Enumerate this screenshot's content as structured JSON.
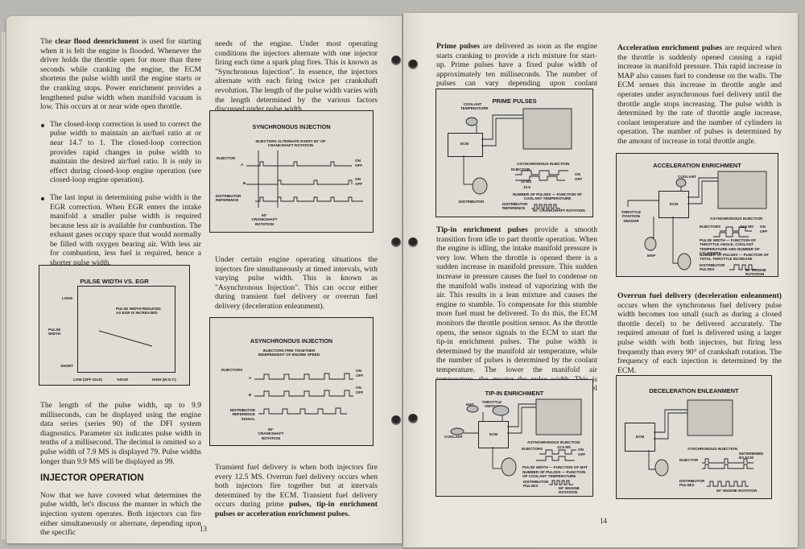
{
  "left_page": {
    "page_number": "13",
    "col1": {
      "para1": {
        "bold": "clear flood deenrichment",
        "pre": "The ",
        "post": " is used for starting when it is felt the engine is flooded. Whenever the driver holds the throttle open for more than three seconds while cranking the engine, the ECM shortens the pulse width until the engine starts or the cranking stops. Power enrichment provides a lengthened pulse width when manifold vacuum is low. This occurs at or near wide open throttle."
      },
      "bullet1": "The closed-loop correction is used to correct the pulse width to maintain an air/fuel ratio at or near 14.7 to 1. The closed-loop correction provides rapid changes in pulse width to maintain the desired air/fuel ratio. It is only in effect during closed-loop engine operation (see closed-loop engine operation).",
      "bullet2": "The last input in determining pulse width is the EGR correction. When EGR enters the intake manifold a smaller pulse width is required because less air is available for combustion. The exhaust gases occupy space that would normally be filled with oxygen bearing air. With less air for combustion, less fuel is required, hence a shorter pulse width.",
      "para2": "The length of the pulse width, up to 9.9 milliseconds, can be displayed using the engine data series (series 90) of the DFI system diagnostics. Parameter six indicates pulse width in tenths of a millisecond. The decimal is omitted so a pulse width of 7.9 MS is displayed 79. Pulse widths longer than 9.9 MS will be displayed as 99.",
      "heading": "INJECTOR OPERATION",
      "para3": "Now that we have covered what determines the pulse width, let's discuss the manner in which the injection system operates. Both injectors can fire either simultaneously or alternate, depending upon the specific"
    },
    "col2": {
      "para1": "needs of the engine. Under most operating conditions the injectors alternate with one injector firing each time a spark plug fires. This is known as \"Synchronous Injection\". In essence, the injectors alternate with each firing twice per crankshaft revolution. The length of the pulse width varies with the length determined by the various factors discussed under pulse width.",
      "para2": "Under certain engine operating situations the injectors fire simultaneously at timed intervals, with varying pulse width. This is known as \"Asynchronous Injection\". This can occur either during transient fuel delivery or overrun fuel delivery (deceleration enleanment).",
      "para3": "Transient fuel delivery is when both injectors fire every 12.5 MS. Overrun fuel delivery occurs when both injectors fire together but at intervals determined by the ECM. Transient fuel delivery occurs during prime ",
      "para3_bold": "pulses, tip-in enrichment pulses or acceleration enrichment pulses."
    },
    "figures": {
      "egr": {
        "title": "PULSE WIDTH VS. EGR",
        "annotation": "PULSE WIDTH REDUCED AS EGR IS INCREASED",
        "y_label": "PULSE WIDTH",
        "y_long": "LONG",
        "y_short": "SHORT",
        "x_low": "LOW (OFF IDLE)",
        "x_mid": "%EGR",
        "x_high": "HIGH (W.O.T.)"
      },
      "sync": {
        "title": "SYNCHRONOUS INJECTION",
        "subtitle": "INJECTORS ALTERNATE EVERY 90° OF CRANKSHAFT ROTATION",
        "injector": "INJECTOR",
        "a": "A",
        "b": "B",
        "on": "ON",
        "off": "OFF",
        "dist": "DISTRIBUTOR REFERENCE",
        "crank": "90° CRANKSHAFT ROTATION"
      },
      "async": {
        "title": "ASYNCHRONOUS INJECTION",
        "subtitle": "INJECTORS FIRE TOGETHER INDEPENDENT OF ENGINE SPEED",
        "injectors": "INJECTORS",
        "a": "A",
        "b": "B",
        "on": "ON",
        "off": "OFF",
        "dist": "DISTRIBUTOR REFERENCE SIGNAL",
        "crank": "90° CRANKSHAFT ROTATION"
      }
    }
  },
  "right_page": {
    "page_number": "14",
    "col1": {
      "para1_bold": "Prime pulses",
      "para1": " are delivered as soon as the engine starts cranking to provide a rich mixture for start-up. Prime pulses have a fixed pulse width of approximately ten milliseconds. The number of pulses can vary depending upon coolant temperature.",
      "para2_bold": "Tip-in enrichment pulses",
      "para2": " provide a smooth transition from idle to part throttle operation. When the engine is idling, the intake manifold pressure is very low. When the throttle is opened there is a sudden increase in manifold pressure. This sudden increase in pressure causes the fuel to condense on the manifold walls instead of vaporizing with the air. This results in a lean mixture and causes the engine to stumble. To compensate for this stumble more fuel must be delivered. To do this, the ECM monitors the throttle position sensor. As the throttle opens, the sensor signals to the ECM to start the tip-in enrichment pulses. The pulse width is determined by the manifold air temperature, while the number of pulses is determined by the coolant temperature. The lower the manifold air temperature, the greater the pulse width. This is necessary to compensate for the additional fuel condensation which occurs at lower temperatures."
    },
    "col2": {
      "para1_bold": "Acceleration enrichment pulses",
      "para1": " are required when the throttle is suddenly opened causing a rapid increase in manifold pressure. This rapid increase in MAP also causes fuel to condense on the walls. The ECM senses this increase in throttle angle and operates under asynchronous fuel delivery until the throttle angle stops increasing. The pulse width is determined by the rate of throttle angle increase, coolant temperature and the number of cylinders in operation. The number of pulses is determined by the amount of increase in total throttle angle.",
      "para2_bold": "Overrun fuel delivery (deceleration enleanment)",
      "para2": " occurs when the synchronous fuel delivery pulse width becomes too small (such as during a closed throttle decel) to be delivered accurately. The required amount of fuel is delivered using a larger pulse width with both injectors, but firing less frequently than every 90° of crankshaft rotation. The frequency of each injection is determined by the ECM."
    },
    "figures": {
      "prime": {
        "title": "PRIME PULSES",
        "coolant": "COOLANT TEMPERATURE",
        "ecm": "ECM",
        "distributor": "DISTRIBUTOR",
        "async": "ASYNCHRONOUS INJECTION",
        "injector": "INJECTOR",
        "ms": "10 MS",
        "ms2": "12.5",
        "on": "ON",
        "off": "OFF",
        "num": "NUMBER OF PULSES — FUNCTION OF COOLANT TEMPERATURE",
        "dist": "DISTRIBUTOR REFERENCE",
        "crank": "90° CRANKSHAFT ROTATION"
      },
      "tipin": {
        "title": "TIP-IN ENRICHMENT",
        "mat": "MAT",
        "throttle": "THROTTLE SWITCH",
        "coolant": "COOLANT",
        "ecm": "ECM",
        "async": "ASYNCHRONOUS INJECTION",
        "injectors": "INJECTORS",
        "ms": "12.5 MS",
        "on": "ON",
        "off": "OFF",
        "pw": "PULSE WIDTH — FUNCTION OF MAT",
        "num": "NUMBER OF PULSES — FUNCTION OF COOLANT TEMPERATURE",
        "dist": "DISTRIBUTOR PULSES",
        "rot": "90° ENGINE ROTATION"
      },
      "accel": {
        "title": "ACCELERATION ENRICHMENT",
        "coolant": "COOLANT",
        "ecm": "ECM",
        "tps": "THROTTLE POSITION SENSOR",
        "map": "MAP",
        "async": "ASYNCHRONOUS INJECTION",
        "injectors": "INJECTORS",
        "ms": "12.5 MS",
        "on": "ON",
        "off": "OFF",
        "pw": "PULSE WIDTH — FUNCTION OF THROTTLE ANGLE, COOLANT TEMPERATURE AND NUMBER OF CYLINDERS",
        "num": "NUMBER OF PULSES — FUNCTION OF TOTAL THROTTLE INCREASE",
        "dist": "DISTRIBUTOR PULSES",
        "rot": "90° ENGINE ROTATION"
      },
      "decel": {
        "title": "DECELERATION ENLEANMENT",
        "ecm": "ECM",
        "sync": "SYNCHRONOUS INJECTION",
        "injector": "INJECTOR",
        "determined": "DETERMINED BY ECM",
        "dist": "DISTRIBUTOR PULSES",
        "rot": "90° ENGINE ROTATION"
      }
    }
  }
}
